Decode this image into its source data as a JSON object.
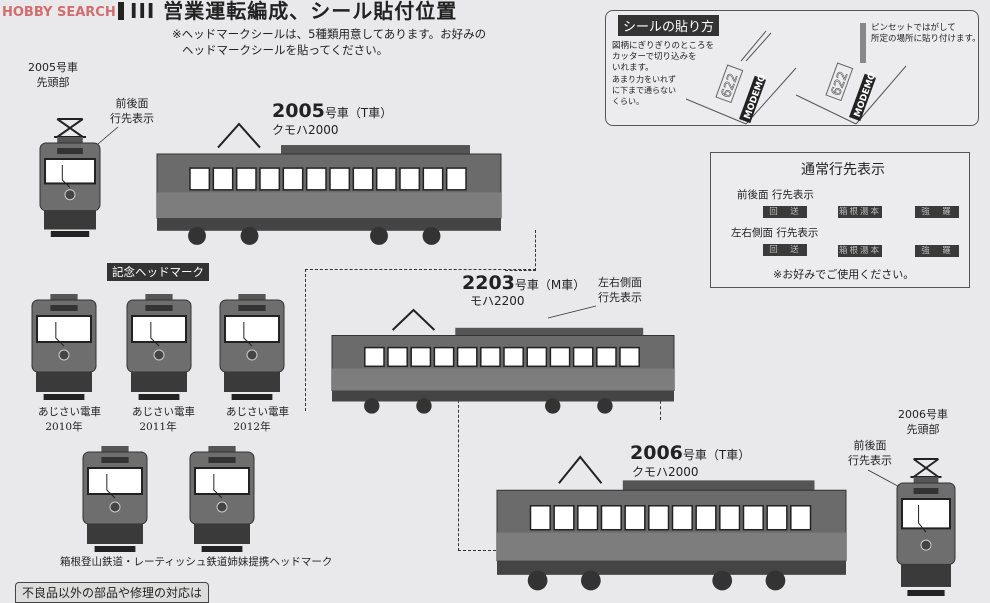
{
  "header": {
    "title": "III 営業運転編成、シール貼付位置",
    "watermark": "HOBBY SEARCH",
    "note_line1": "※ヘッドマークシールは、5種類用意してあります。お好みの",
    "note_line2": "ヘッドマークシールを貼ってください。"
  },
  "front_2005": {
    "line1": "2005号車",
    "line2": "先頭部",
    "callout1": "前後面",
    "callout2": "行先表示"
  },
  "front_2006": {
    "line1": "2006号車",
    "line2": "先頭部",
    "callout1": "前後面",
    "callout2": "行先表示"
  },
  "cars": [
    {
      "number": "2005",
      "suffix": "号車（T車）",
      "model": "クモハ2000"
    },
    {
      "number": "2203",
      "suffix": "号車（M車）",
      "model": "モハ2200",
      "callout1": "左右側面",
      "callout2": "行先表示"
    },
    {
      "number": "2006",
      "suffix": "号車（T車）",
      "model": "クモハ2000"
    }
  ],
  "sticker_howto": {
    "title": "シールの貼り方",
    "step1_l1": "図柄にぎりぎりのところを",
    "step1_l2": "カッターで切り込みを",
    "step1_l3": "いれます。",
    "step1_n1": "あまり力をいれず",
    "step1_n2": "に下まで通らない",
    "step1_n3": "くらい。",
    "step2_l1": "ピンセットではがして",
    "step2_l2": "所定の場所に貼り付けます。",
    "sample_number": "622",
    "sample_brand": "MODEMO"
  },
  "destinations": {
    "title": "通常行先表示",
    "front_label": "前後面 行先表示",
    "side_label": "左右側面 行先表示",
    "front": [
      "回　送",
      "箱根湯本",
      "強　羅"
    ],
    "side": [
      "回　送",
      "箱根湯本",
      "強　羅"
    ],
    "footer": "※お好みでご使用ください。"
  },
  "headmarks": {
    "title": "記念ヘッドマーク",
    "items": [
      {
        "l1": "あじさい電車",
        "l2": "2010年"
      },
      {
        "l1": "あじさい電車",
        "l2": "2011年"
      },
      {
        "l1": "あじさい電車",
        "l2": "2012年"
      }
    ],
    "sister_caption": "箱根登山鉄道・レーティッシュ鉄道姉妹提携ヘッドマーク"
  },
  "footer_box": "不良品以外の部品や修理の対応は"
}
